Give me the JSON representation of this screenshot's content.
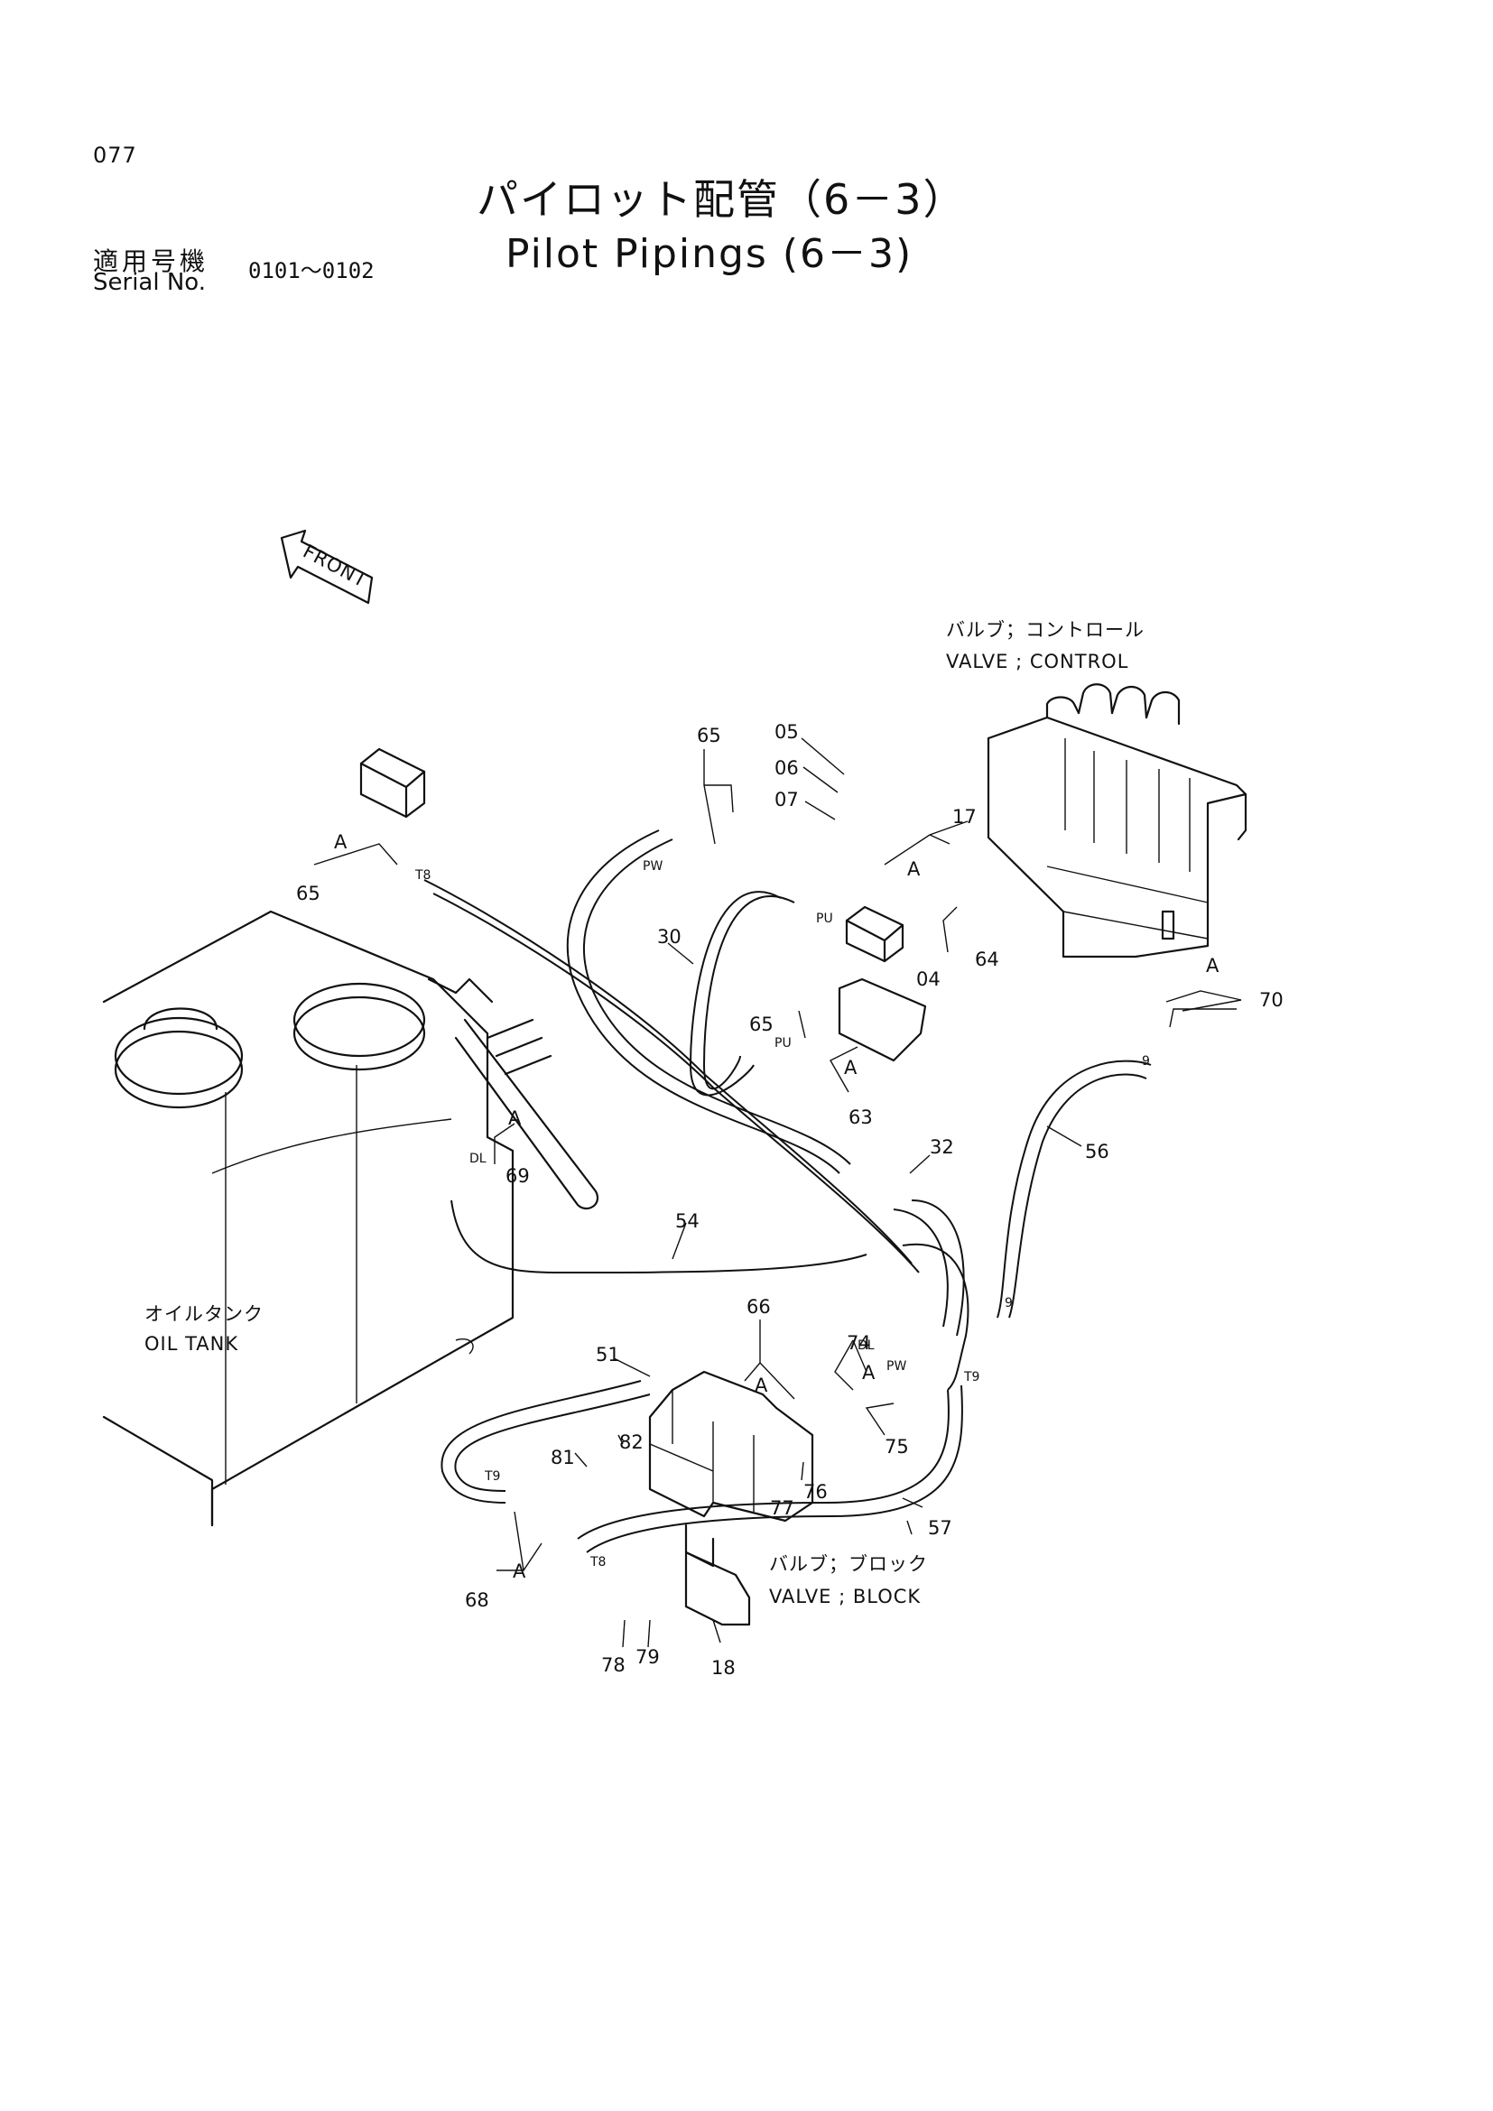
{
  "page_number": "077",
  "title_jp": "パイロット配管（6－3）",
  "title_en": "Pilot Pipings (6－3)",
  "serial": {
    "label_jp": "適用号機",
    "label_en": "Serial No.",
    "range": "0101～0102"
  },
  "direction_label": "FRONT",
  "components": {
    "control_valve_jp": "バルブ；コントロール",
    "control_valve_en": "VALVE ; CONTROL",
    "oil_tank_jp": "オイルタンク",
    "oil_tank_en": "OIL TANK",
    "block_valve_jp": "バルブ；ブロック",
    "block_valve_en": "VALVE ; BLOCK"
  },
  "port_labels": [
    "T8",
    "PW",
    "PU",
    "PU",
    "DL",
    "DL",
    "PW",
    "T9",
    "T9",
    "T8",
    "9",
    "9"
  ],
  "callouts": [
    "65",
    "05",
    "06",
    "07",
    "17",
    "A",
    "64",
    "04",
    "30",
    "65",
    "A",
    "63",
    "70",
    "A",
    "65",
    "A",
    "69",
    "A",
    "32",
    "56",
    "54",
    "66",
    "A",
    "74",
    "75",
    "51",
    "82",
    "81",
    "76",
    "77",
    "57",
    "68",
    "A",
    "78",
    "79",
    "18",
    "A"
  ]
}
